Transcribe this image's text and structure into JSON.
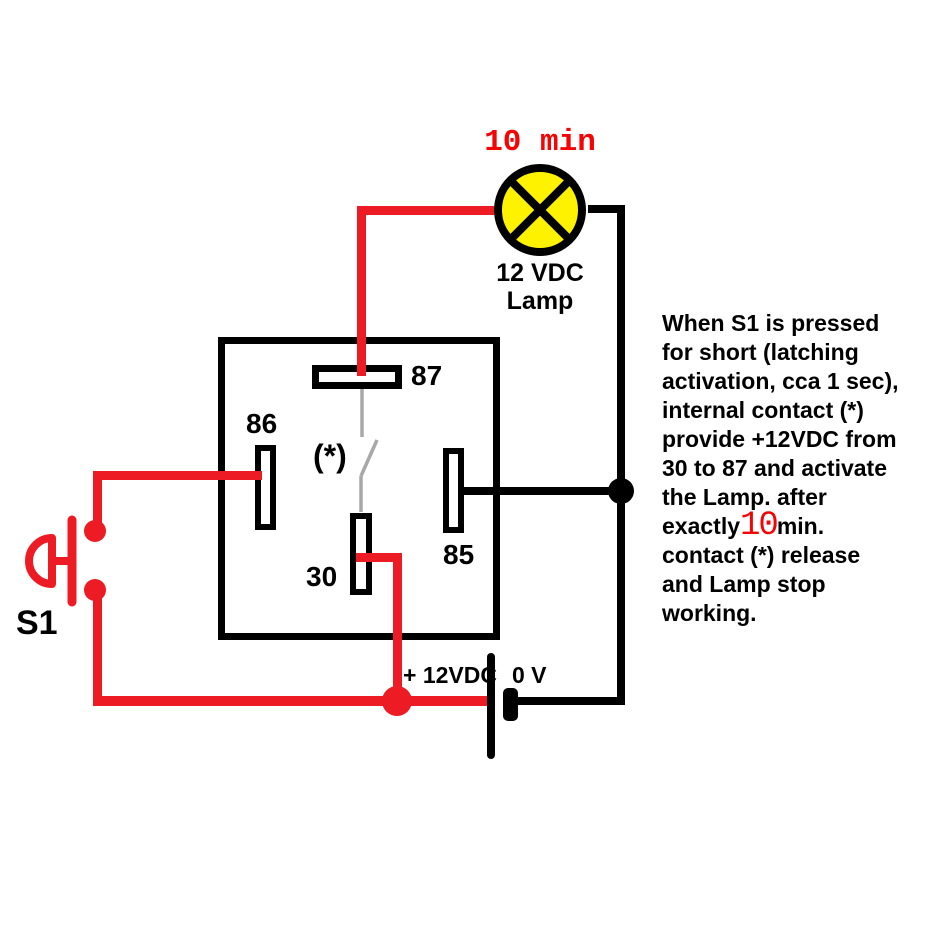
{
  "colors": {
    "wire_red": "#ed1c24",
    "text_red": "#f40404",
    "lamp_yellow": "#fff200",
    "contact_gray": "#a8a8a8",
    "black": "#000000"
  },
  "lamp": {
    "timer": "10 min",
    "label_line1": "12 VDC",
    "label_line2": "Lamp"
  },
  "relay": {
    "terminal_87": "87",
    "terminal_86": "86",
    "terminal_85": "85",
    "terminal_30": "30",
    "internal_contact": "(*)"
  },
  "switch": {
    "label": "S1"
  },
  "power": {
    "positive": "+ 12VDC",
    "negative": "0 V"
  },
  "note": {
    "line1": "When S1 is pressed",
    "line2": "for short (latching",
    "line3": "activation, cca 1 sec),",
    "line4": "internal contact (*)",
    "line5": "provide +12VDC from",
    "line6": "30 to 87 and activate",
    "line7": "the Lamp. after",
    "line8_pre": "exactly",
    "line8_red": "10",
    "line8_post": "min.",
    "line9": "contact (*) release",
    "line10": "and Lamp stop",
    "line11": "working."
  }
}
